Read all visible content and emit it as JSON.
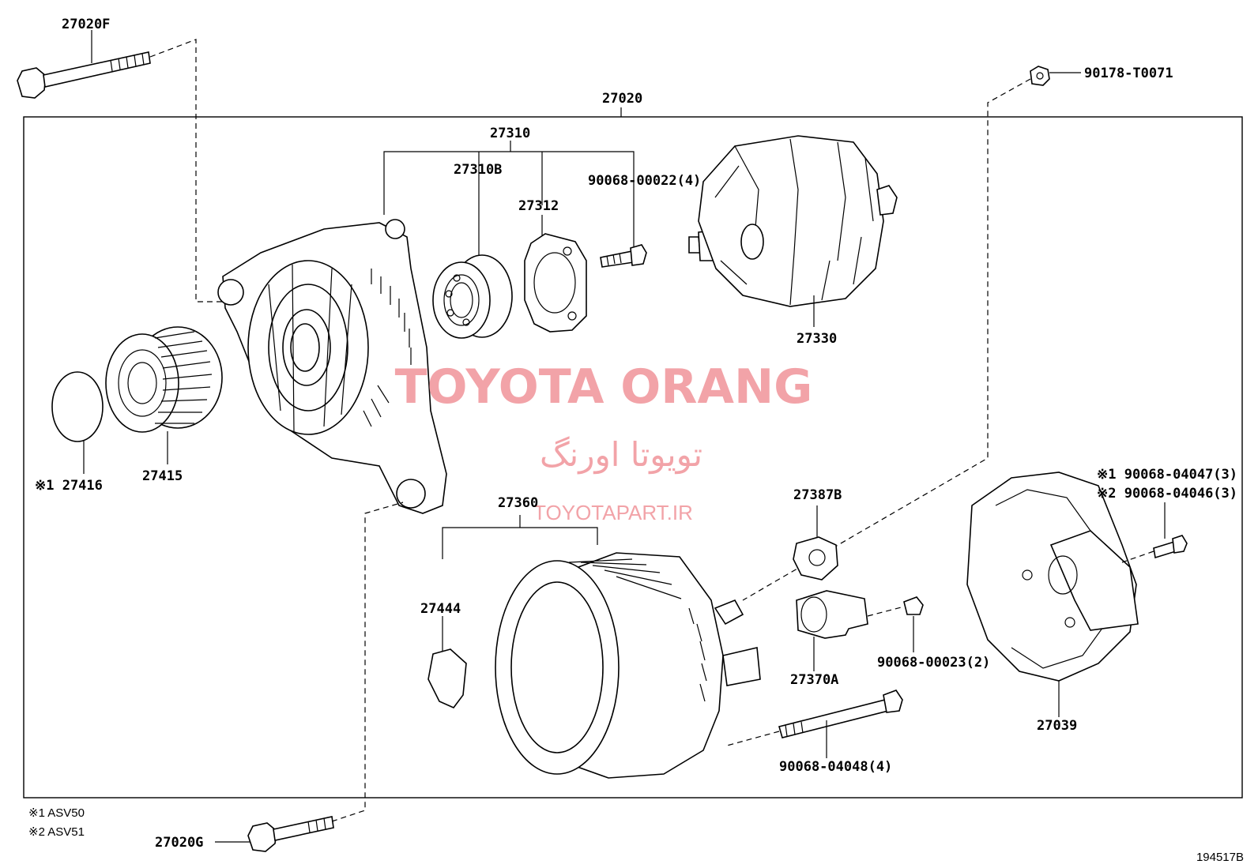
{
  "parts": {
    "p27020F": "27020F",
    "p27020": "27020",
    "p90178": "90178-T0071",
    "p27310": "27310",
    "p27310B": "27310B",
    "p27312": "27312",
    "p90068_00022": "90068-00022(4)",
    "p27330": "27330",
    "p27416": "※1 27416",
    "p27415": "27415",
    "p27360": "27360",
    "p27387B": "27387B",
    "p90068_04047": "※1 90068-04047(3)",
    "p90068_04046": "※2 90068-04046(3)",
    "p27444": "27444",
    "p90068_00023": "90068-00023(2)",
    "p27370A": "27370A",
    "p27039": "27039",
    "p90068_04048": "90068-04048(4)",
    "p27020G": "27020G"
  },
  "notes": {
    "n1": "※1 ASV50",
    "n2": "※2 ASV51"
  },
  "figure_number": "194517B",
  "watermark": {
    "title": "TOYOTA ORANG",
    "persian": "تویوتا اورنگ",
    "url": "TOYOTAPART.IR"
  },
  "colors": {
    "line": "#000000",
    "watermark": "#f2a3a8",
    "background": "#ffffff"
  }
}
